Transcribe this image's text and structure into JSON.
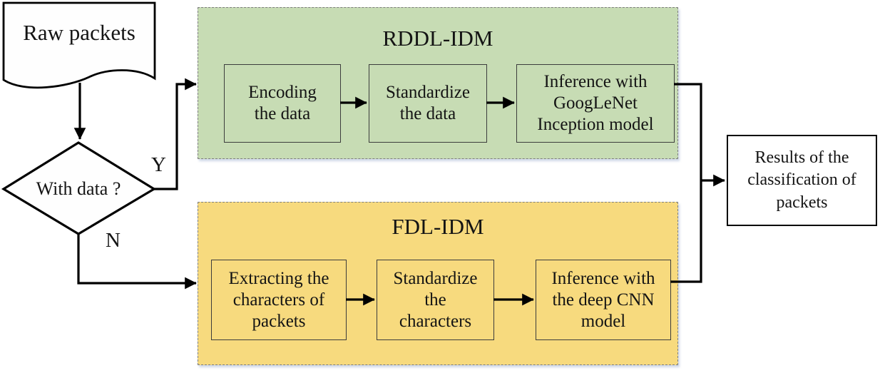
{
  "colors": {
    "rddl_fill": "#c7dcb4",
    "fdl_fill": "#f7da7e",
    "dash_border": "#7f7f7f",
    "box_border": "#3c3c3c",
    "line": "#000000"
  },
  "source": {
    "label": "Raw packets"
  },
  "decision": {
    "label": "With data ?",
    "yes": "Y",
    "no": "N"
  },
  "rddl": {
    "title": "RDDL-IDM",
    "steps": [
      {
        "lines": [
          "Encoding",
          "the data"
        ]
      },
      {
        "lines": [
          "Standardize",
          "the data"
        ]
      },
      {
        "lines": [
          "Inference with",
          "GoogLeNet",
          "Inception model"
        ]
      }
    ]
  },
  "fdl": {
    "title": "FDL-IDM",
    "steps": [
      {
        "lines": [
          "Extracting the",
          "characters of",
          "packets"
        ]
      },
      {
        "lines": [
          "Standardize",
          "the",
          "characters"
        ]
      },
      {
        "lines": [
          "Inference with",
          "the deep CNN",
          "model"
        ]
      }
    ]
  },
  "results": {
    "lines": [
      "Results of the",
      "classification of",
      "packets"
    ]
  }
}
